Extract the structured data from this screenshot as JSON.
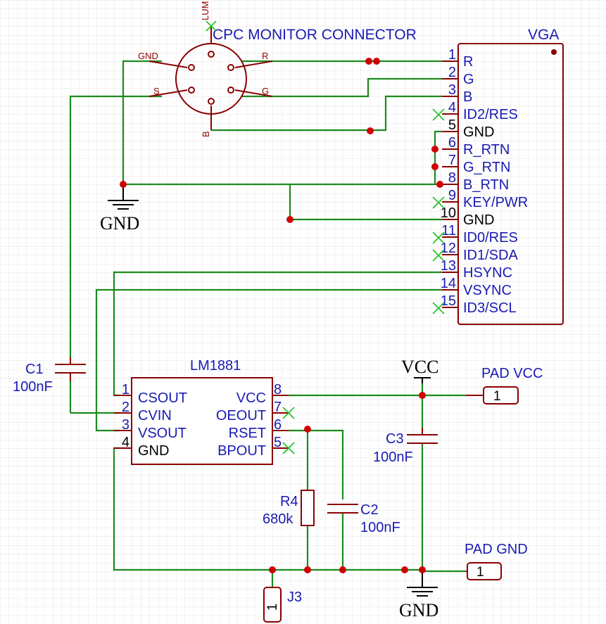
{
  "connector": {
    "title": "CPC MONITOR CONNECTOR",
    "pins": {
      "lum": "LUM",
      "gnd": "GND",
      "r": "R",
      "s": "S",
      "g": "G",
      "b": "B"
    }
  },
  "vga": {
    "name": "VGA",
    "pins": [
      {
        "num": "1",
        "label": "R"
      },
      {
        "num": "2",
        "label": "G"
      },
      {
        "num": "3",
        "label": "B"
      },
      {
        "num": "4",
        "label": "ID2/RES"
      },
      {
        "num": "5",
        "label": "GND"
      },
      {
        "num": "6",
        "label": "R_RTN"
      },
      {
        "num": "7",
        "label": "G_RTN"
      },
      {
        "num": "8",
        "label": "B_RTN"
      },
      {
        "num": "9",
        "label": "KEY/PWR"
      },
      {
        "num": "10",
        "label": "GND"
      },
      {
        "num": "11",
        "label": "ID0/RES"
      },
      {
        "num": "12",
        "label": "ID1/SDA"
      },
      {
        "num": "13",
        "label": "HSYNC"
      },
      {
        "num": "14",
        "label": "VSYNC"
      },
      {
        "num": "15",
        "label": "ID3/SCL"
      }
    ]
  },
  "lm1881": {
    "name": "LM1881",
    "left_pins": [
      {
        "num": "1",
        "label": "CSOUT"
      },
      {
        "num": "2",
        "label": "CVIN"
      },
      {
        "num": "3",
        "label": "VSOUT"
      },
      {
        "num": "4",
        "label": "GND"
      }
    ],
    "right_pins": [
      {
        "num": "8",
        "label": "VCC"
      },
      {
        "num": "7",
        "label": "OEOUT"
      },
      {
        "num": "6",
        "label": "RSET"
      },
      {
        "num": "5",
        "label": "BPOUT"
      }
    ]
  },
  "components": {
    "c1": {
      "ref": "C1",
      "value": "100nF"
    },
    "c2": {
      "ref": "C2",
      "value": "100nF"
    },
    "c3": {
      "ref": "C3",
      "value": "100nF"
    },
    "r4": {
      "ref": "R4",
      "value": "680k"
    },
    "j3": {
      "ref": "J3",
      "pin": "1"
    },
    "pad_vcc": {
      "ref": "PAD VCC",
      "pin": "1"
    },
    "pad_gnd": {
      "ref": "PAD GND",
      "pin": "1"
    }
  },
  "power": {
    "gnd_top": "GND",
    "gnd_bottom": "GND",
    "vcc": "VCC"
  },
  "colors": {
    "wire": "#1d8a1d",
    "device": "#8b0000",
    "text": "#1a1ab4",
    "junction": "#d00000",
    "no_connect": "#2ac42a"
  }
}
